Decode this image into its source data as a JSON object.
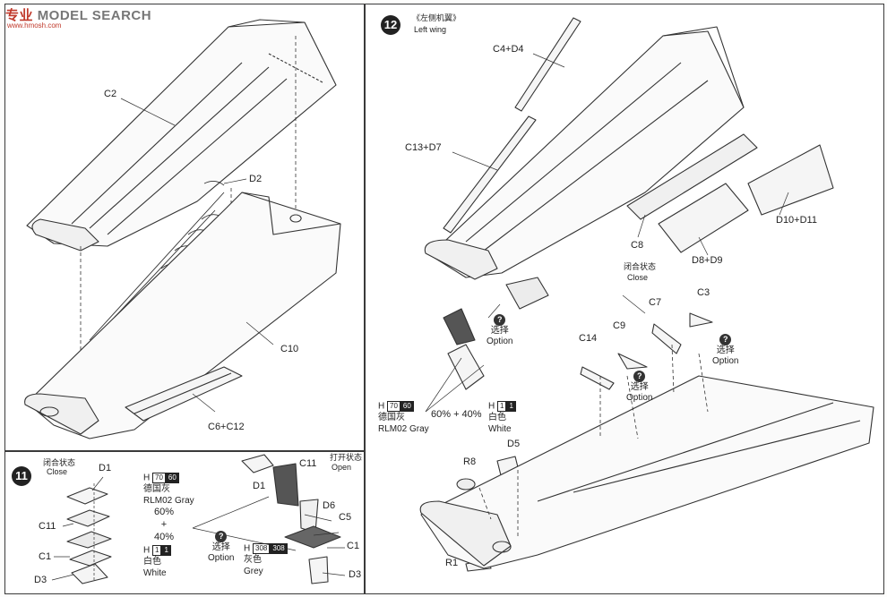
{
  "watermark": {
    "brand": "MODEL SEARCH",
    "prefix": "专业",
    "sub": "www.hmosh.com"
  },
  "step11": {
    "number": "11",
    "close_cn": "闭合状态",
    "close_en": "Close",
    "open_cn": "打开状态",
    "open_en": "Open",
    "parts": {
      "d1_a": "D1",
      "c11_a": "C11",
      "c1_a": "C1",
      "d3_a": "D3",
      "d1_b": "D1",
      "c11_b": "C11",
      "d6": "D6",
      "c5": "C5",
      "c1_b": "C1",
      "d3_b": "D3"
    },
    "paint": {
      "h_code": "H",
      "gray_a": "70",
      "gray_b": "60",
      "gray_cn": "德国灰",
      "gray_en": "RLM02 Gray",
      "pct1": "60%",
      "plus": "+",
      "pct2": "40%",
      "white_a": "1",
      "white_b": "1",
      "white_cn": "白色",
      "white_en": "White",
      "grey_a": "308",
      "grey_b": "308",
      "grey_cn": "灰色",
      "grey_en": "Grey"
    },
    "option_cn": "选择",
    "option_en": "Option"
  },
  "step_top_left": {
    "parts": {
      "c2": "C2",
      "d2": "D2",
      "c10": "C10",
      "c6c12": "C6+C12"
    }
  },
  "step12": {
    "number": "12",
    "title_cn": "《左侧机翼》",
    "title_en": "Left wing",
    "parts": {
      "c4d4": "C4+D4",
      "c13d7": "C13+D7",
      "c8": "C8",
      "d8d9": "D8+D9",
      "d10d11": "D10+D11",
      "c3": "C3",
      "c7": "C7",
      "c9": "C9",
      "c14": "C14",
      "d5": "D5",
      "r8": "R8",
      "r1": "R1"
    },
    "close_cn": "闭合状态",
    "close_en": "Close",
    "option_cn": "选择",
    "option_en": "Option",
    "paint": {
      "h_code": "H",
      "gray_a": "70",
      "gray_b": "60",
      "gray_cn": "德国灰",
      "gray_en": "RLM02 Gray",
      "mix": "60% + 40%",
      "white_a": "1",
      "white_b": "1",
      "white_cn": "白色",
      "white_en": "White"
    }
  }
}
